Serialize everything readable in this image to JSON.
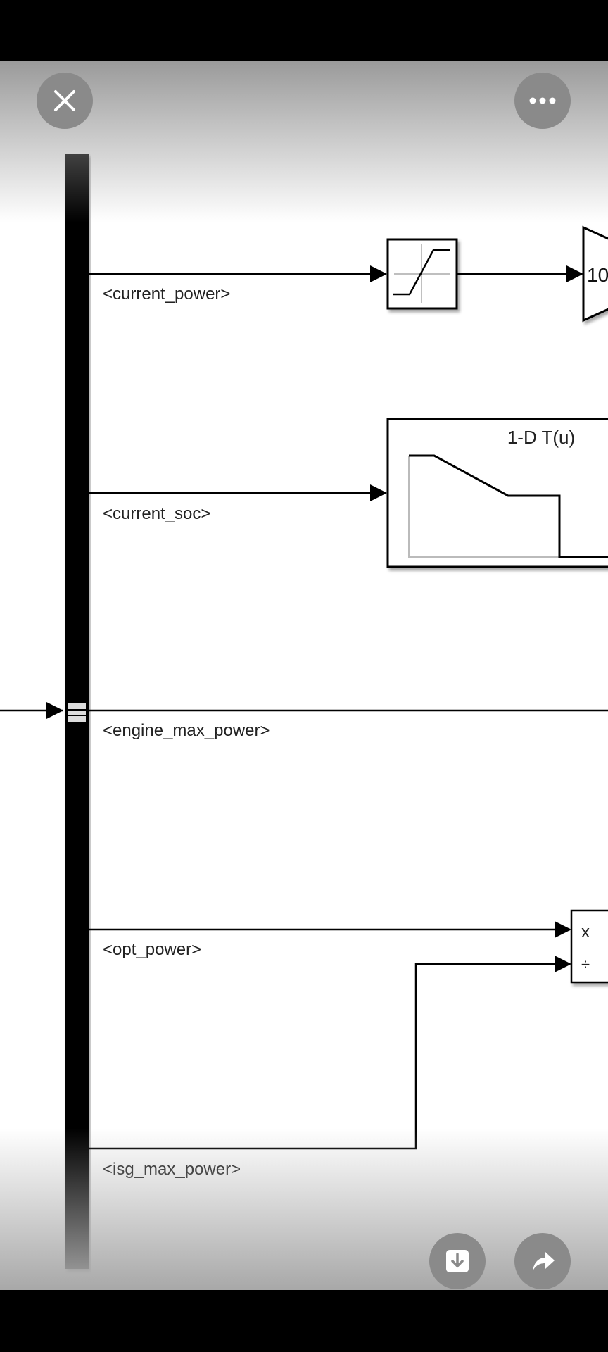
{
  "toolbar": {
    "close_icon": "close-icon",
    "more_icon": "more-icon",
    "download_icon": "download-icon",
    "share_icon": "share-icon"
  },
  "diagram": {
    "signals": {
      "current_power": "<current_power>",
      "current_soc": "<current_soc>",
      "engine_max_power": "<engine_max_power>",
      "opt_power": "<opt_power>",
      "isg_max_power": "<isg_max_power>"
    },
    "lookup_title": "1-D T(u)",
    "gain_value": "10",
    "product_ops": [
      "x",
      "÷"
    ]
  }
}
